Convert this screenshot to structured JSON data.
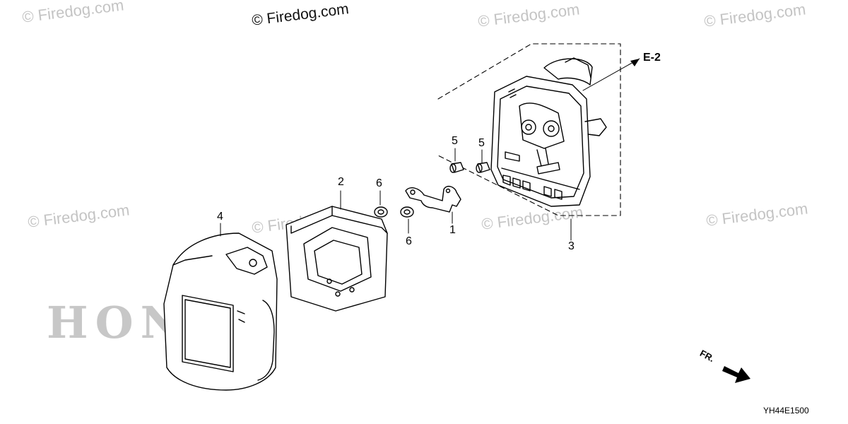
{
  "watermarks": [
    "© Firedog.com",
    "© Firedog.com",
    "© Firedog.com",
    "© Firedog.com",
    "© Firedog.com",
    "© Firedog.com",
    "© Firedog.com",
    "© Firedog.com"
  ],
  "brand_mark": "HONDA",
  "callouts": {
    "p1": "1",
    "p2": "2",
    "p3": "3",
    "p4": "4",
    "p5a": "5",
    "p5b": "5",
    "p6a": "6",
    "p6b": "6"
  },
  "reference": "E-2",
  "front_indicator": "FR.",
  "diagram_code": "YH44E1500"
}
